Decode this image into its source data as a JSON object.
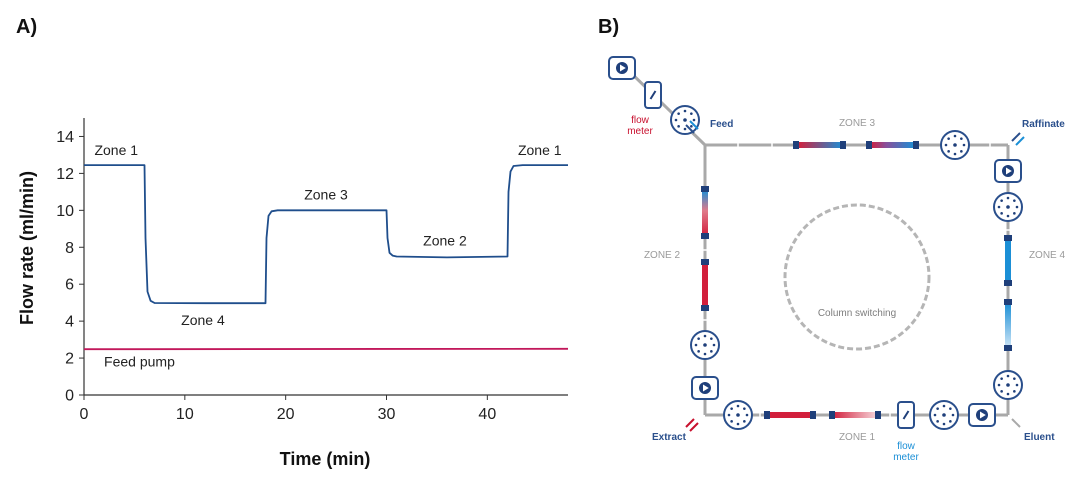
{
  "panel_a": {
    "label": "A)"
  },
  "panel_b": {
    "label": "B)"
  },
  "colors": {
    "zone_line": "#1f4e8c",
    "feed_line": "#c2185b",
    "axis": "#333333",
    "pipe": "#a9a9a9",
    "hot": "#d21f3c",
    "cold": "#1b8fd6",
    "node": "#1f3f7a",
    "label_dark": "#2a4f8c",
    "label_red": "#c8102e",
    "label_blue": "#1b8fd6"
  },
  "chart_data": {
    "type": "line",
    "xlabel": "Time (min)",
    "ylabel": "Flow rate (ml/min)",
    "xlim": [
      0,
      48
    ],
    "ylim": [
      0,
      15
    ],
    "xticks": [
      0,
      10,
      20,
      30,
      40
    ],
    "yticks": [
      0,
      2,
      4,
      6,
      8,
      10,
      12,
      14
    ],
    "grid": false,
    "series": [
      {
        "name": "",
        "color": "#1f4e8c",
        "x": [
          0,
          6.0,
          6.1,
          6.3,
          6.6,
          7.0,
          12.0,
          18.0,
          18.1,
          18.3,
          18.6,
          19.2,
          24.0,
          30.0,
          30.1,
          30.3,
          30.6,
          31.0,
          36.0,
          42.0,
          42.1,
          42.3,
          42.6,
          43.5,
          48
        ],
        "y": [
          12.45,
          12.45,
          8.5,
          5.6,
          5.1,
          4.98,
          4.97,
          4.97,
          8.5,
          9.7,
          9.95,
          10.0,
          10.0,
          10.0,
          8.5,
          7.7,
          7.55,
          7.5,
          7.45,
          7.5,
          11.0,
          12.1,
          12.4,
          12.45,
          12.45
        ]
      },
      {
        "name": "Feed pump",
        "color": "#c2185b",
        "x": [
          0,
          48
        ],
        "y": [
          2.48,
          2.5
        ]
      }
    ],
    "annotations": [
      {
        "text": "Zone 1",
        "x": 3.2,
        "y": 13.0
      },
      {
        "text": "Zone 4",
        "x": 11.8,
        "y": 3.8
      },
      {
        "text": "Zone 3",
        "x": 24.0,
        "y": 10.6
      },
      {
        "text": "Zone 2",
        "x": 35.8,
        "y": 8.1
      },
      {
        "text": "Zone 1",
        "x": 45.2,
        "y": 13.0
      },
      {
        "text": "Feed pump",
        "x": 5.5,
        "y": 1.55
      }
    ]
  },
  "diagram": {
    "center_label": "Column switching",
    "zones": {
      "zone1": "ZONE 1",
      "zone2": "ZONE 2",
      "zone3": "ZONE 3",
      "zone4": "ZONE 4"
    },
    "ports": {
      "feed": "Feed",
      "raffinate": "Raffinate",
      "extract": "Extract",
      "eluent": "Eluent"
    },
    "flow_meter_top": [
      "flow",
      "meter"
    ],
    "flow_meter_bottom": [
      "flow",
      "meter"
    ],
    "icons": {
      "pump": "pump-icon",
      "valve": "rotary-valve-icon",
      "flow_meter": "flow-meter-icon",
      "port": "port-tick-icon"
    }
  }
}
